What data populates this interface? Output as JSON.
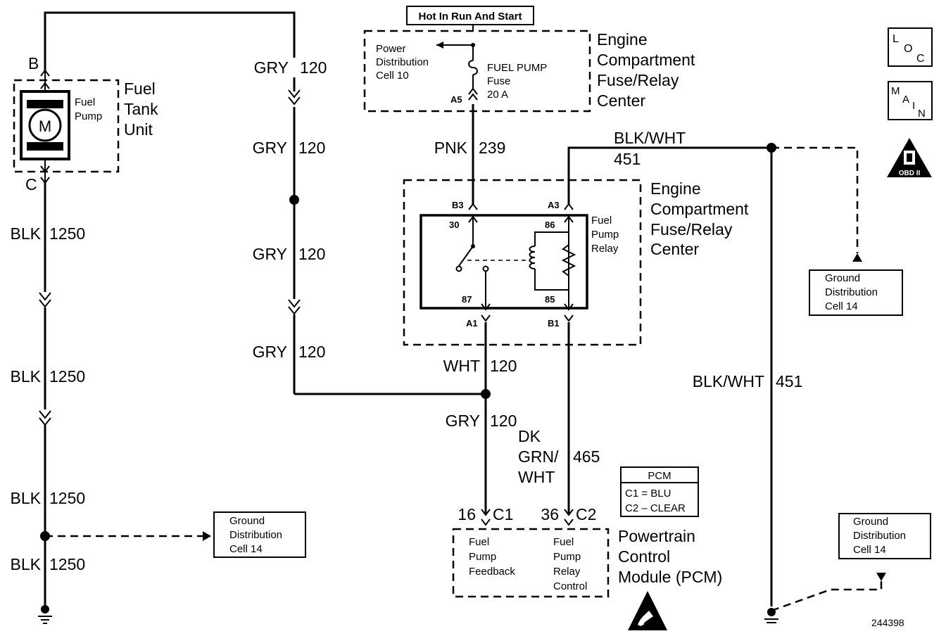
{
  "diagram_number": "244398",
  "hot_label": "Hot In Run And Start",
  "fuse_center_top": {
    "title": [
      "Engine",
      "Compartment",
      "Fuse/Relay",
      "Center"
    ],
    "power_dist": [
      "Power",
      "Distribution",
      "Cell 10"
    ],
    "fuse": [
      "FUEL PUMP",
      "Fuse",
      "20 A"
    ],
    "pin_a5": "A5"
  },
  "fuse_center_bottom": {
    "title": [
      "Engine",
      "Compartment",
      "Fuse/Relay",
      "Center"
    ],
    "relay": [
      "Fuel",
      "Pump",
      "Relay"
    ],
    "pins": {
      "b3": "B3",
      "a3": "A3",
      "a1": "A1",
      "b1": "B1"
    },
    "terminals": {
      "t30": "30",
      "t86": "86",
      "t87": "87",
      "t85": "85"
    }
  },
  "fuel_tank": {
    "title": [
      "Fuel",
      "Tank",
      "Unit"
    ],
    "pump": [
      "Fuel",
      "Pump"
    ],
    "motor": "M",
    "pin_b": "B",
    "pin_c": "C"
  },
  "wires": {
    "gry1": "GRY",
    "gry1_num": "120",
    "gry2": "GRY",
    "gry2_num": "120",
    "gry3": "GRY",
    "gry3_num": "120",
    "gry4": "GRY",
    "gry4_num": "120",
    "pnk": "PNK",
    "pnk_num": "239",
    "blkwht_top": "BLK/WHT",
    "blkwht_top_num": "451",
    "blkwht_right": "BLK/WHT",
    "blkwht_right_num": "451",
    "wht": "WHT",
    "wht_num": "120",
    "gry5": "GRY",
    "gry5_num": "120",
    "dkgrn": [
      "DK",
      "GRN/",
      "WHT"
    ],
    "dkgrn_num": "465",
    "blk1": "BLK",
    "blk1_num": "1250",
    "blk2": "BLK",
    "blk2_num": "1250",
    "blk3": "BLK",
    "blk3_num": "1250",
    "blk4": "BLK",
    "blk4_num": "1250"
  },
  "ground_cells": {
    "right": [
      "Ground",
      "Distribution",
      "Cell 14"
    ],
    "left": [
      "Ground",
      "Distribution",
      "Cell 14"
    ],
    "bottom_right": [
      "Ground",
      "Distribution",
      "Cell 14"
    ]
  },
  "pcm": {
    "legend_title": "PCM",
    "legend_c1": "C1 = BLU",
    "legend_c2": "C2 – CLEAR",
    "c1_pin": "16",
    "c1": "C1",
    "c2_pin": "36",
    "c2": "C2",
    "feedback": [
      "Fuel",
      "Pump",
      "Feedback"
    ],
    "control": [
      "Fuel",
      "Pump",
      "Relay",
      "Control"
    ],
    "title": [
      "Powertrain",
      "Control",
      "Module (PCM)"
    ]
  },
  "side_icons": {
    "loc": [
      "L",
      "O",
      "C"
    ],
    "main": [
      "M",
      "A",
      "I",
      "N"
    ],
    "obd": "OBD II"
  }
}
